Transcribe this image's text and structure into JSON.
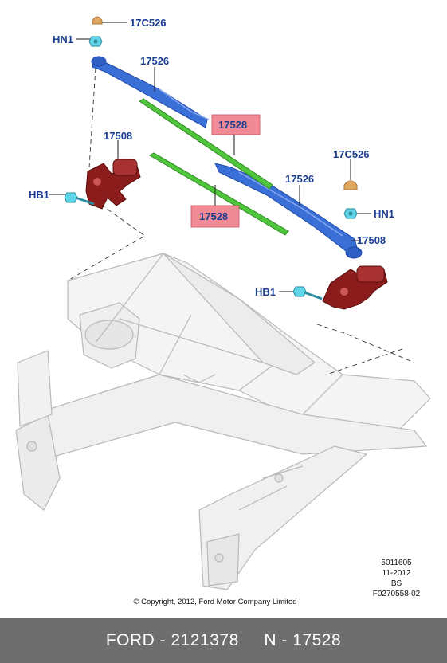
{
  "callouts": {
    "cap_top": "17C526",
    "nut_top": "HN1",
    "arm_top": "17526",
    "blade_top": "17528",
    "motor_left": "17508",
    "bolt_left": "HB1",
    "blade_bottom": "17528",
    "cap_right": "17C526",
    "arm_right": "17526",
    "nut_right": "HN1",
    "motor_right": "17508",
    "bolt_right": "HB1"
  },
  "colors": {
    "label_text": "#1a3d8f",
    "highlight": "#f08a94",
    "wiper_arm": "#3a6fd8",
    "wiper_blade": "#4fc63c",
    "motor": "#8a1c1c",
    "cap": "#e0a860",
    "fastener": "#5fd6e8",
    "footer_bg": "#6e6e6e"
  },
  "info": {
    "code": "5011605",
    "date": "11-2012",
    "region": "BS",
    "figure": "F0270558-02"
  },
  "copyright": "© Copyright, 2012, Ford Motor Company Limited",
  "footer": {
    "text": "FORD - 2121378     N - 17528"
  }
}
